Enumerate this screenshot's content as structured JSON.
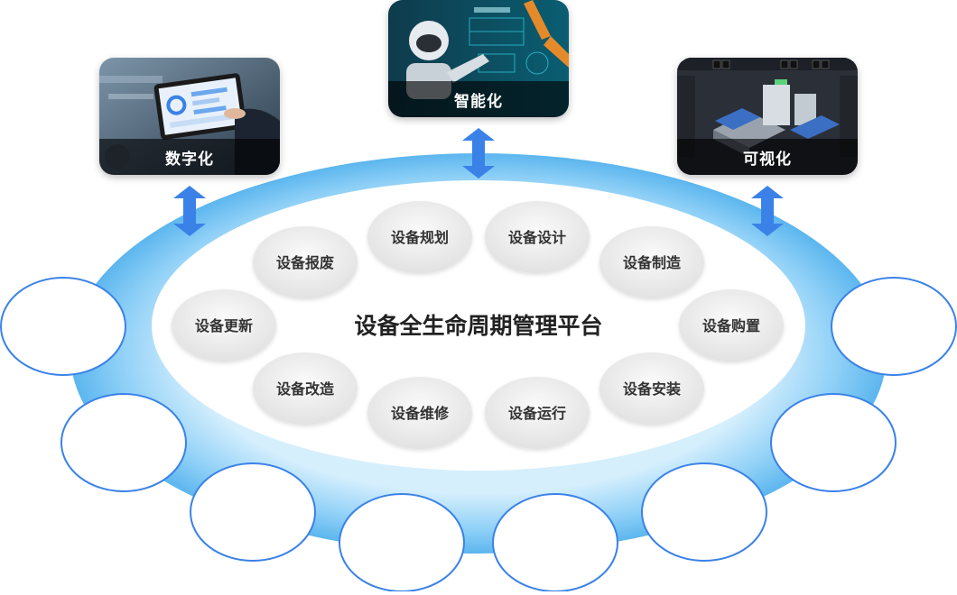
{
  "diagram": {
    "center_title": "设备全生命周期管理平台",
    "stages": [
      "设备规划",
      "设备设计",
      "设备制造",
      "设备购置",
      "设备安装",
      "设备运行",
      "设备维修",
      "设备改造",
      "设备更新",
      "设备报废"
    ],
    "cards": [
      {
        "label": "数字化",
        "icon": "tablet-touch-icon"
      },
      {
        "label": "智能化",
        "icon": "robot-icon"
      },
      {
        "label": "可视化",
        "icon": "factory-3d-icon"
      }
    ],
    "colors": {
      "ring_outer": "#6ec3f4",
      "ring_inner": "#c8e9fc",
      "arrow": "#3a82e8",
      "node_border": "#3a82e8",
      "stage_fill": "#ececec",
      "text": "#333333"
    }
  }
}
